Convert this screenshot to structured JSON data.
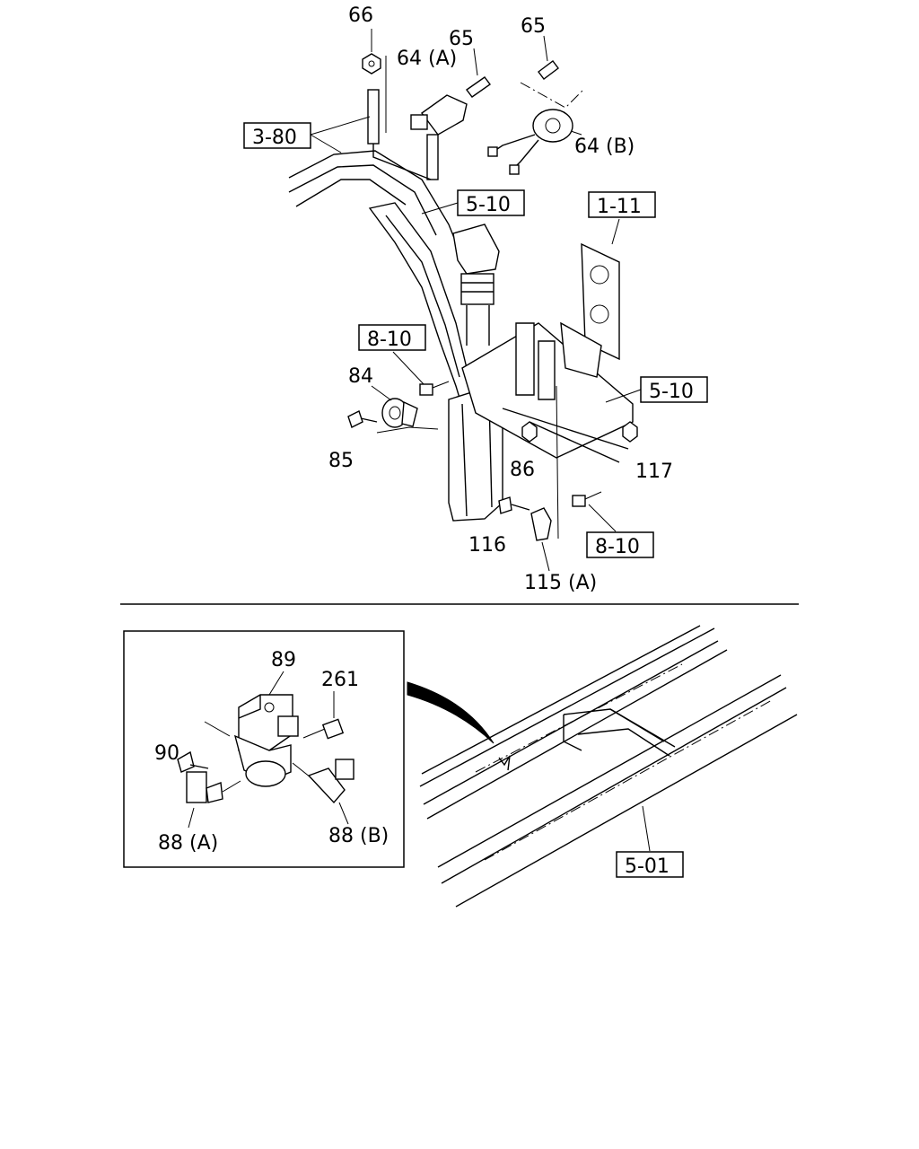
{
  "callouts": {
    "c66": "66",
    "c65a": "65",
    "c64a": "64 (A)",
    "c65b": "65",
    "c64b": "64 (B)",
    "c84": "84",
    "c85": "85",
    "c86": "86",
    "c117": "117",
    "c116": "116",
    "c115a": "115 (A)",
    "c89": "89",
    "c261": "261",
    "c90": "90",
    "c88a": "88 (A)",
    "c88b": "88 (B)"
  },
  "refs": {
    "r3_80": "3-80",
    "r5_10_top": "5-10",
    "r1_11": "1-11",
    "r8_10_left": "8-10",
    "r5_10_right": "5-10",
    "r8_10_bottom": "8-10",
    "r5_01": "5-01"
  }
}
